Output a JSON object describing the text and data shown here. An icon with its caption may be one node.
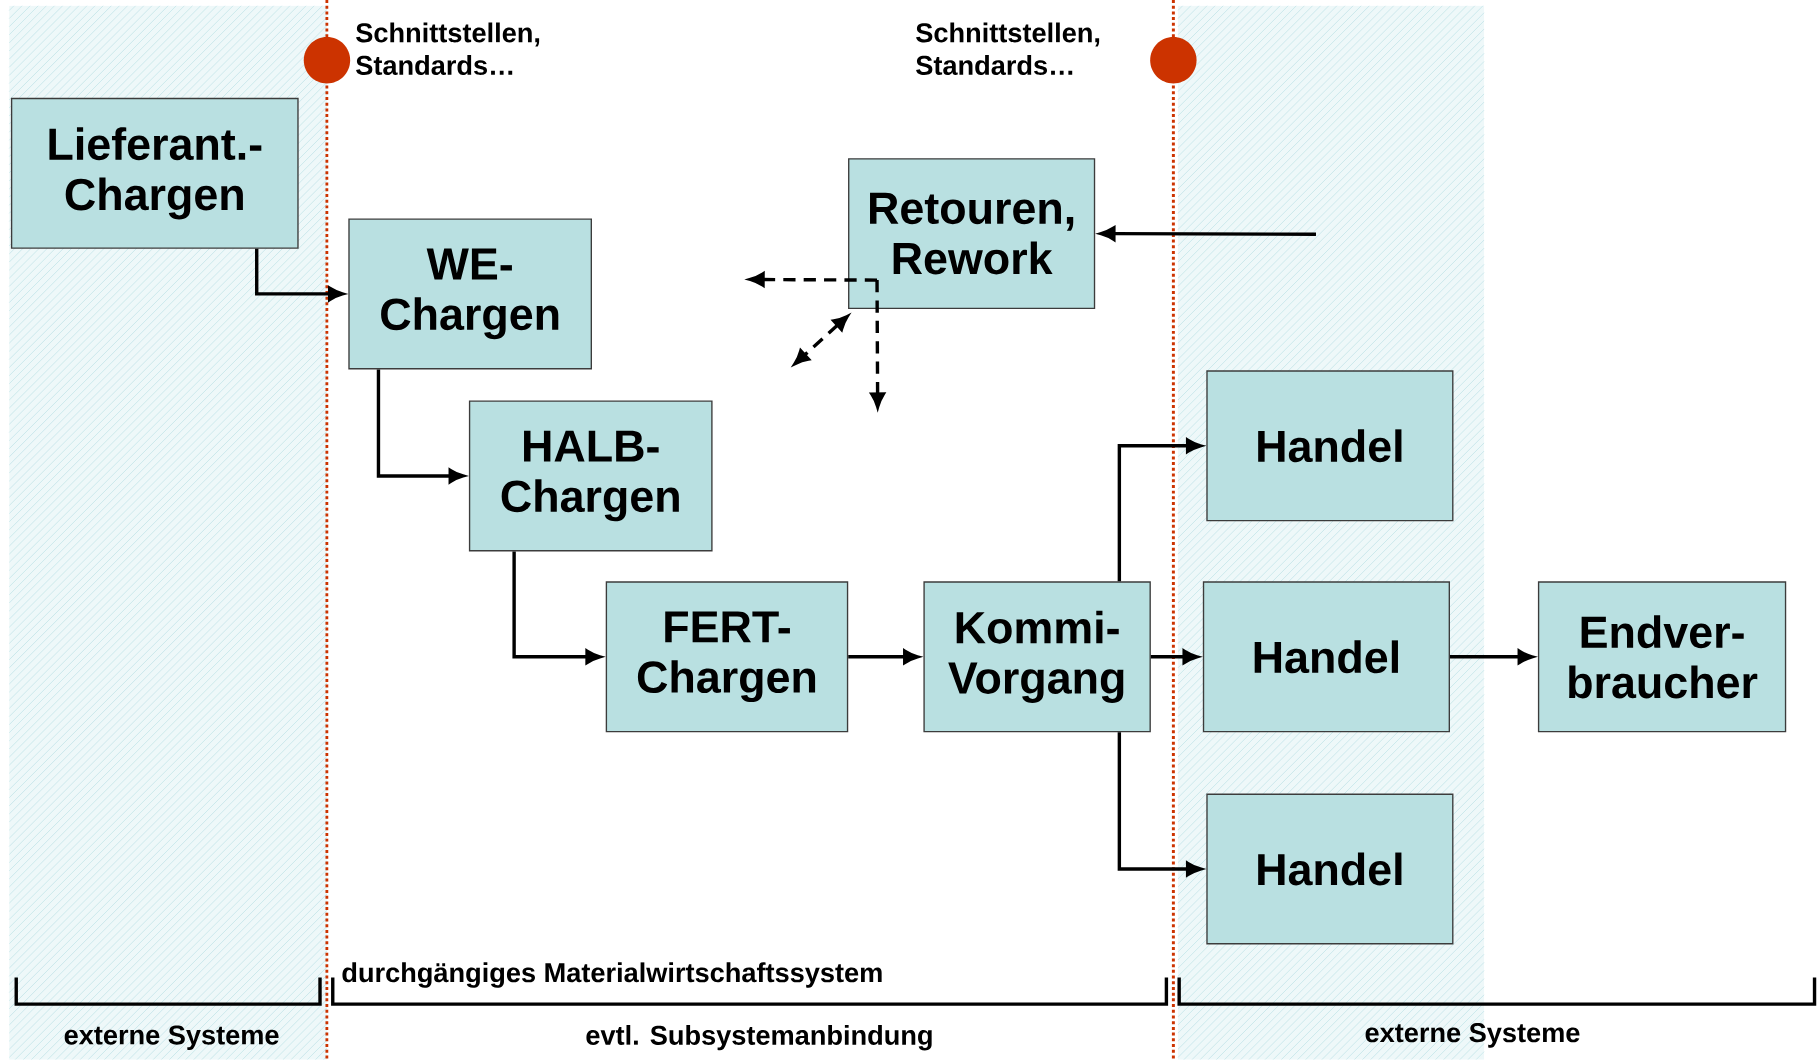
{
  "diagram": {
    "nodes": [
      {
        "text": [
          "Lieferant.- Chargen"
        ]
      },
      {
        "text": [
          "WE- Chargen"
        ]
      },
      {
        "text": [
          "HALB- Chargen"
        ]
      },
      {
        "text": [
          "FERT- Chargen"
        ]
      },
      {
        "text": [
          "Kommi- Vorgang"
        ]
      },
      {
        "text": [
          "Retouren, Rework"
        ]
      },
      {
        "text": [
          "Handel"
        ]
      },
      {
        "text": [
          "Handel"
        ]
      },
      {
        "text": [
          "Handel"
        ]
      },
      {
        "text": [
          "Endver- braucher"
        ]
      }
    ],
    "edges": [
      {
        "from": 0,
        "to": 1,
        "arrow": "to"
      },
      {
        "from": 1,
        "to": 2,
        "arrow": "to"
      },
      {
        "from": 2,
        "to": 3,
        "arrow": "to"
      },
      {
        "from": 3,
        "to": 4,
        "arrow": "to"
      },
      {
        "from": 4,
        "to": 6,
        "arrow": "to"
      },
      {
        "from": 4,
        "to": 7,
        "arrow": "to"
      },
      {
        "from": 4,
        "to": 8,
        "arrow": "to"
      },
      {
        "from": 7,
        "to": 9,
        "arrow": "to"
      },
      {
        "from": null,
        "to": 5,
        "arrow": "to"
      },
      {
        "from": 5,
        "to": null,
        "arrow": "to",
        "style": "dashed"
      },
      {
        "from": 5,
        "to": null,
        "arrow": "both",
        "style": "dashed"
      },
      {
        "from": 5,
        "to": null,
        "arrow": "to",
        "style": "dashed"
      }
    ],
    "labels": [
      "Schnittstellen, Standards…",
      "Schnittstellen, Standards…",
      "durchgängiges Materialwirtschaftssystem",
      "externe Systeme",
      "evtl. Subsystemanbindung",
      "externe Systeme"
    ]
  }
}
